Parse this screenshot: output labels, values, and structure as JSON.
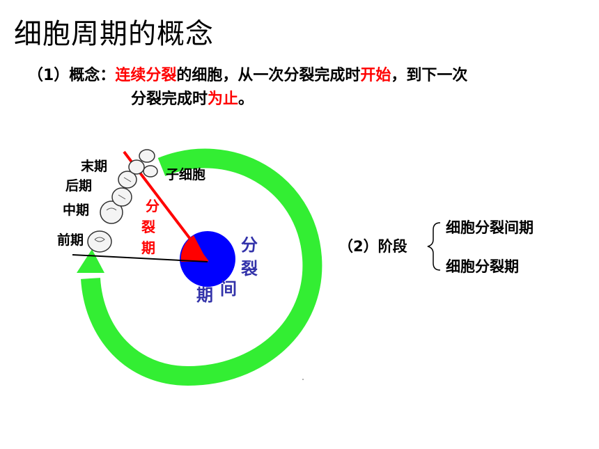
{
  "title": "细胞周期的概念",
  "definition": {
    "prefix": "（1）概念：",
    "term_red": "连续分裂",
    "part1": "的细胞，从一次分裂完成时",
    "start_red": "开始",
    "part2": "，到下一次",
    "part3": "分裂完成时",
    "end_red": "为止",
    "end": "。"
  },
  "diagram": {
    "phases": [
      "末期",
      "后期",
      "中期",
      "前期"
    ],
    "daughter_cell_label": "子细胞",
    "division_phase_chars": [
      "分",
      "裂",
      "期"
    ],
    "interphase_chars": [
      "分",
      "裂",
      "间",
      "期"
    ],
    "colors": {
      "arrow": "#33ee33",
      "interphase": "#0000ff",
      "division": "#ff0000",
      "label_blue": "#3333aa"
    }
  },
  "stages": {
    "label": "（2）阶段",
    "items": [
      "细胞分裂间期",
      "细胞分裂期"
    ]
  }
}
